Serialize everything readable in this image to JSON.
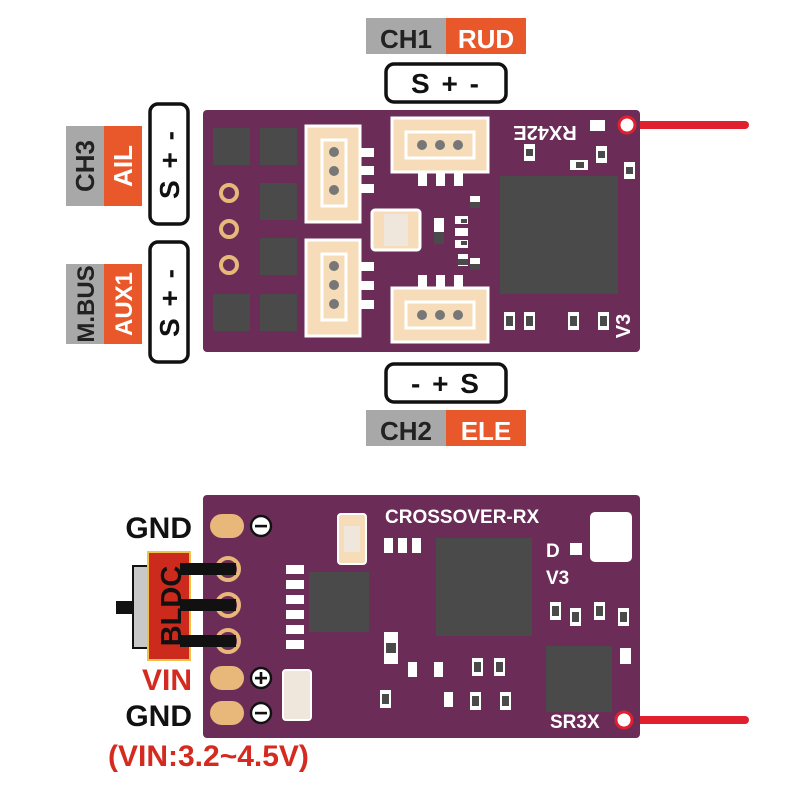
{
  "colors": {
    "board": "#6b2d57",
    "board_edge": "#5b2148",
    "chip": "#4a4a4a",
    "pad": "#e8b87a",
    "connector": "#f6dcb8",
    "antenna": "#e0202e",
    "label_gray": "#a8a8a8",
    "label_orange": "#e8582a",
    "vin_red": "#d42a1f",
    "black": "#111111",
    "white": "#ffffff"
  },
  "top_board": {
    "silk_name": "RX42E",
    "silk_version": "V3",
    "ch1": {
      "channel": "CH1",
      "function": "RUD",
      "pins": "S + -"
    },
    "ch2": {
      "channel": "CH2",
      "function": "ELE",
      "pins": "- + S"
    },
    "ch3": {
      "channel": "CH3",
      "function": "AIL",
      "pins": "S + -"
    },
    "aux": {
      "channel": "M.BUS",
      "function": "AUX1",
      "pins": "S + -"
    }
  },
  "bottom_board": {
    "silk_name": "CROSSOVER-RX",
    "silk_d": "D",
    "silk_version": "V3",
    "silk_antenna": "SR3X",
    "pins": {
      "gnd_top": "GND",
      "bldc": "BLDC",
      "vin": "VIN",
      "gnd_bottom": "GND"
    },
    "voltage_note": "(VIN:3.2~4.5V)"
  }
}
